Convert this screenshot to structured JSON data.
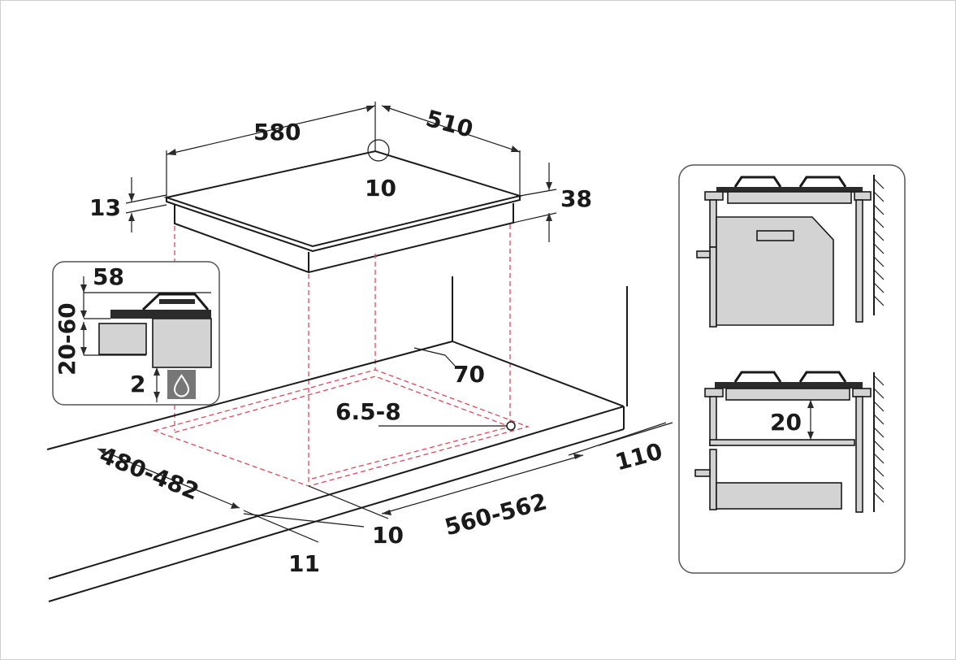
{
  "dimensions": {
    "hob_width": "580",
    "hob_depth": "510",
    "glass_thickness": "13",
    "hob_height": "38",
    "corner_radius": "10",
    "cutout_depth": "480-482",
    "cutout_width": "560-562",
    "edge_offset_front": "10",
    "edge_offset_side": "11",
    "rear_clearance": "70",
    "wall_clearance": "110",
    "gas_inlet_hole": "6.5-8"
  },
  "inset_left": {
    "top_height": "58",
    "worktop_thickness": "20-60",
    "gap": "2"
  },
  "inset_right": {
    "clearance": "20"
  },
  "colors": {
    "line": "#1a1a1a",
    "cutout_dash": "#d94a5a",
    "panel_grey": "#d3d3d3",
    "icon_tile": "#777777"
  },
  "icons": [
    "gas-drop-icon"
  ]
}
